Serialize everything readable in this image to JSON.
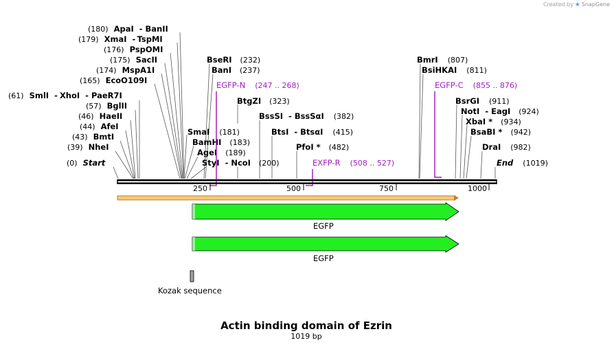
{
  "credit": {
    "text": "Created by",
    "logo": "❀",
    "brand": "SnapGene"
  },
  "map": {
    "title": "Actin binding domain of Ezrin",
    "length_label": "1019 bp",
    "sites": [
      {
        "pos": "(180)",
        "name": "ApaI",
        "name2": "BanII",
        "sep": "-"
      },
      {
        "pos": "(179)",
        "name": "XmaI",
        "name2": "TspMI",
        "sep": "-"
      },
      {
        "pos": "(176)",
        "name": "PspOMI"
      },
      {
        "pos": "(175)",
        "name": "SacII"
      },
      {
        "pos": "(174)",
        "name": "MspA1I"
      },
      {
        "pos": "(165)",
        "name": "EcoO109I"
      },
      {
        "pos": "(61)",
        "name": "SmlI",
        "name2": "XhoI",
        "name3": "PaeR7I",
        "sep": "-"
      },
      {
        "pos": "(57)",
        "name": "BglII"
      },
      {
        "pos": "(46)",
        "name": "HaeII"
      },
      {
        "pos": "(44)",
        "name": "AfeI"
      },
      {
        "pos": "(43)",
        "name": "BmtI"
      },
      {
        "pos": "(39)",
        "name": "NheI"
      },
      {
        "pos": "(0)",
        "name": "Start"
      },
      {
        "pos": "(232)",
        "name": "BseRI"
      },
      {
        "pos": "(237)",
        "name": "BanI"
      },
      {
        "pos": "(181)",
        "name": "SmaI"
      },
      {
        "pos": "(183)",
        "name": "BamHI"
      },
      {
        "pos": "(189)",
        "name": "AgeI"
      },
      {
        "pos": "(200)",
        "name": "StyI",
        "name2": "NcoI",
        "sep": "-"
      },
      {
        "pos": "(323)",
        "name": "BtgZI"
      },
      {
        "pos": "(382)",
        "name": "BssSI",
        "name2": "BssSαI",
        "sep": "-"
      },
      {
        "pos": "(415)",
        "name": "BtsI",
        "name2": "BtsαI",
        "sep": "-"
      },
      {
        "pos": "(482)",
        "name": "PfoI *"
      },
      {
        "pos": "(807)",
        "name": "BmrI"
      },
      {
        "pos": "(811)",
        "name": "BsiHKAI"
      },
      {
        "pos": "(911)",
        "name": "BsrGI"
      },
      {
        "pos": "(924)",
        "name": "NotI",
        "name2": "EagI",
        "sep": "-"
      },
      {
        "pos": "(934)",
        "name": "XbaI *"
      },
      {
        "pos": "(942)",
        "name": "BsaBI *"
      },
      {
        "pos": "(982)",
        "name": "DraI"
      },
      {
        "pos": "(1019)",
        "name": "End"
      }
    ],
    "primers": [
      {
        "name": "EGFP-N",
        "range": "(247 .. 268)"
      },
      {
        "name": "EGFP-C",
        "range": "(855 .. 876)"
      },
      {
        "name": "EXFP-R",
        "range": "(508 .. 527)"
      }
    ],
    "ticks": [
      "250",
      "500",
      "750",
      "1000"
    ],
    "features": [
      {
        "name": "EGFP"
      },
      {
        "name": "EGFP"
      },
      {
        "name": "Kozak sequence"
      }
    ],
    "colors": {
      "egfp": "#22ee22",
      "primer": "#a020c0",
      "orf": "#f5c97a",
      "kozak": "#a0a0a0"
    }
  }
}
